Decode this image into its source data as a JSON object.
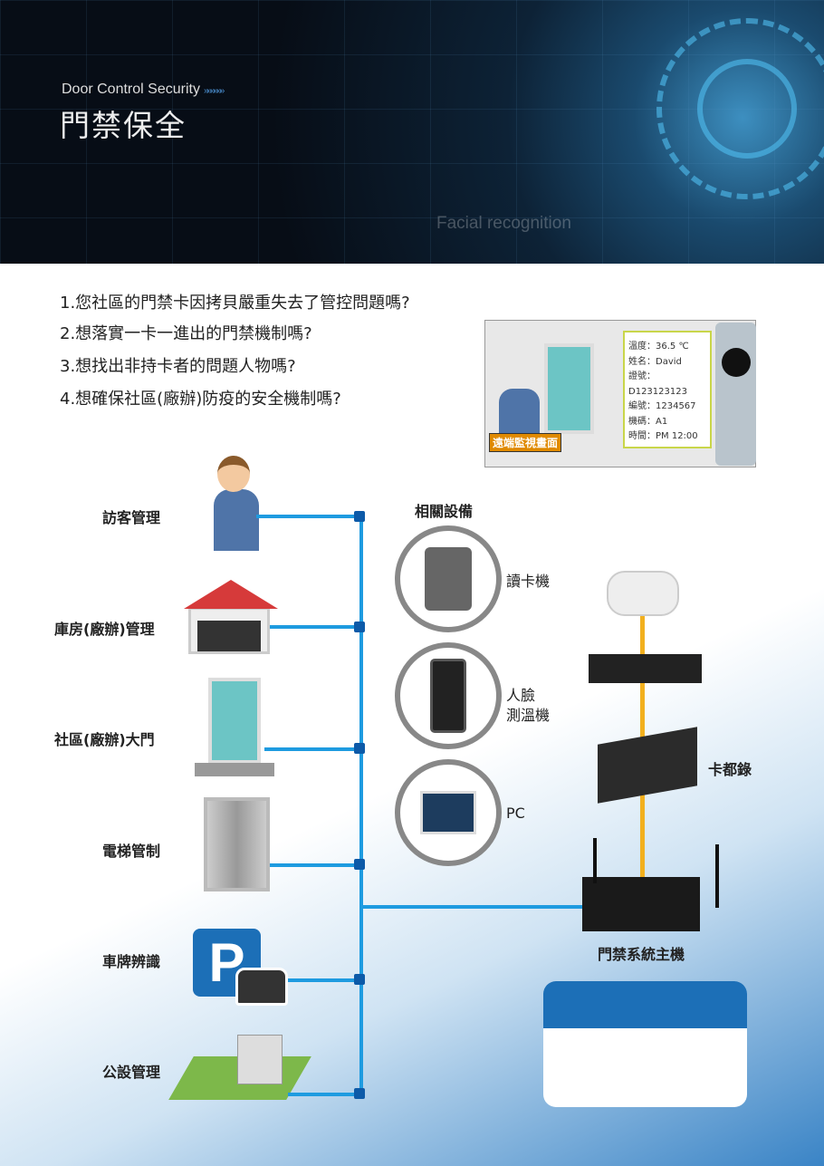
{
  "header": {
    "subtitle_en": "Door Control Security",
    "title": "門禁保全",
    "arrows": "»»»»»»",
    "watermark": "Facial recognition"
  },
  "questions": [
    "1.您社區的門禁卡因拷貝嚴重失去了管控問題嗎?",
    "2.想落實一卡一進出的門禁機制嗎?",
    "3.想找出非持卡者的問題人物嗎?",
    "4.想確保社區(廠辦)防疫的安全機制嗎?"
  ],
  "monitor": {
    "tag": "遠端監視畫面",
    "rows": [
      "溫度：36.5 ℃",
      "姓名：David",
      "證號：D123123123",
      "編號：1234567",
      "機碼：A1",
      "時間：PM 12:00"
    ]
  },
  "left_items": [
    "訪客管理",
    "庫房(廠辦)管理",
    "社區(廠辦)大門",
    "電梯管制",
    "車牌辨識",
    "公設管理"
  ],
  "devices": {
    "heading": "相關設備",
    "items": [
      "讀卡機",
      "人臉\n測溫機",
      "PC"
    ]
  },
  "right": {
    "dvr_label": "卡都錄",
    "host_label": "門禁系統主機"
  }
}
